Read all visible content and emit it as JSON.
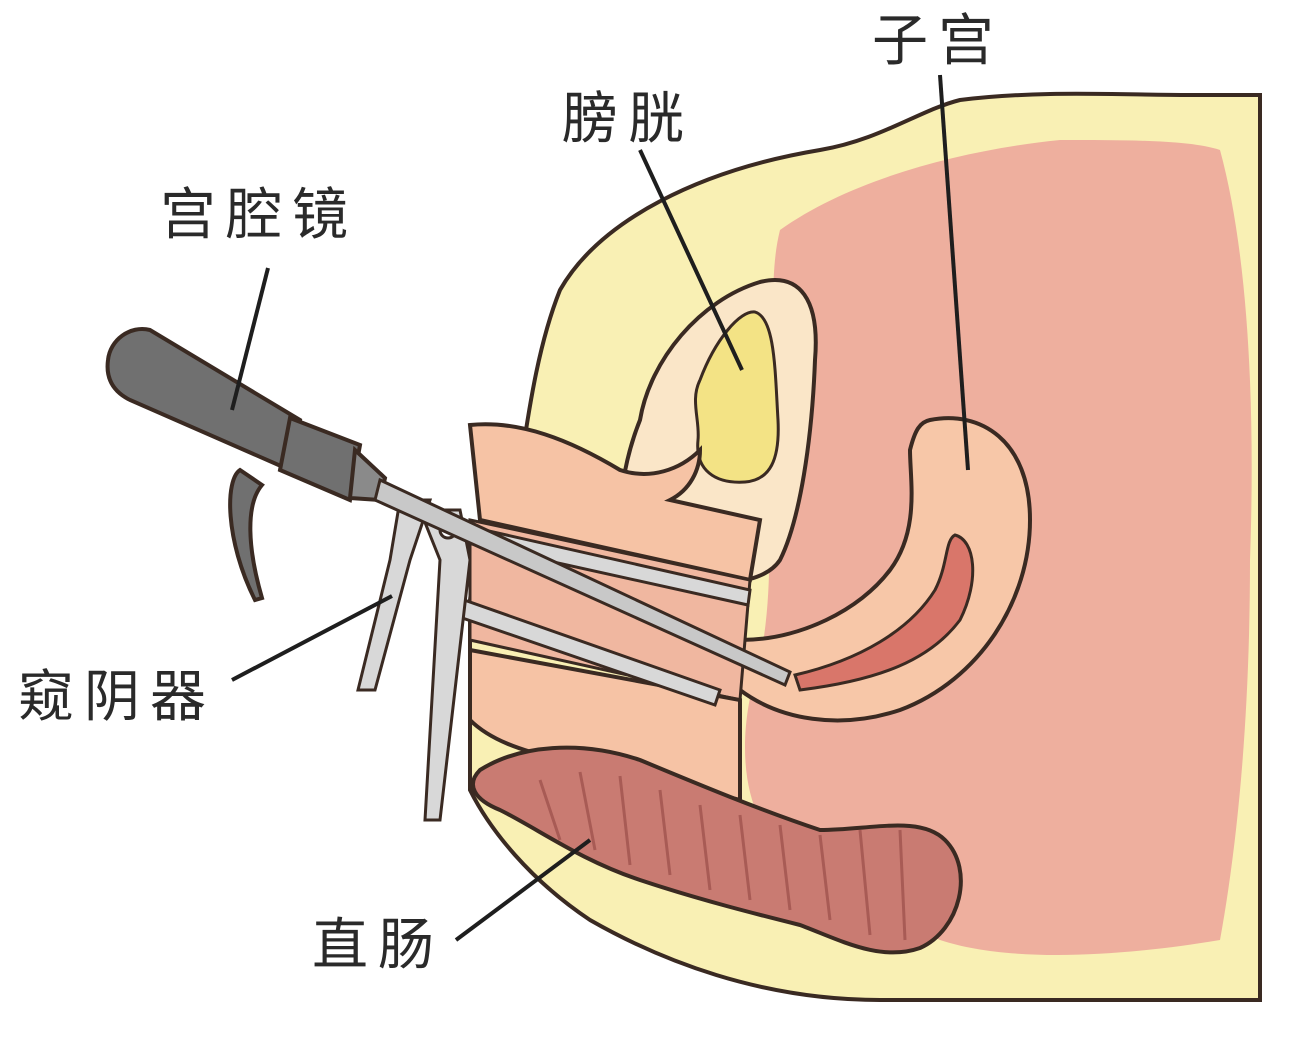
{
  "labels": {
    "hysteroscope": "宫腔镜",
    "bladder": "膀胱",
    "uterus": "子宫",
    "speculum": "窥阴器",
    "rectum": "直肠"
  },
  "colors": {
    "outline": "#3a2a22",
    "body_yellow": "#f9f0b4",
    "body_pink": "#eca39a",
    "uterus_fill": "#f7c7a8",
    "uterine_cavity": "#d9766a",
    "bladder_wall": "#fae6c8",
    "bladder_urine": "#f3e385",
    "rectum": "#c97b72",
    "rectum_dark": "#a85b55",
    "vaginal_wall": "#f6c3a5",
    "instrument_dark": "#707070",
    "instrument_light": "#d8d8d8",
    "leader_line": "#1e1e1e"
  },
  "icons": {
    "hysteroscope": "hysteroscope-illustration",
    "speculum": "speculum-illustration"
  }
}
